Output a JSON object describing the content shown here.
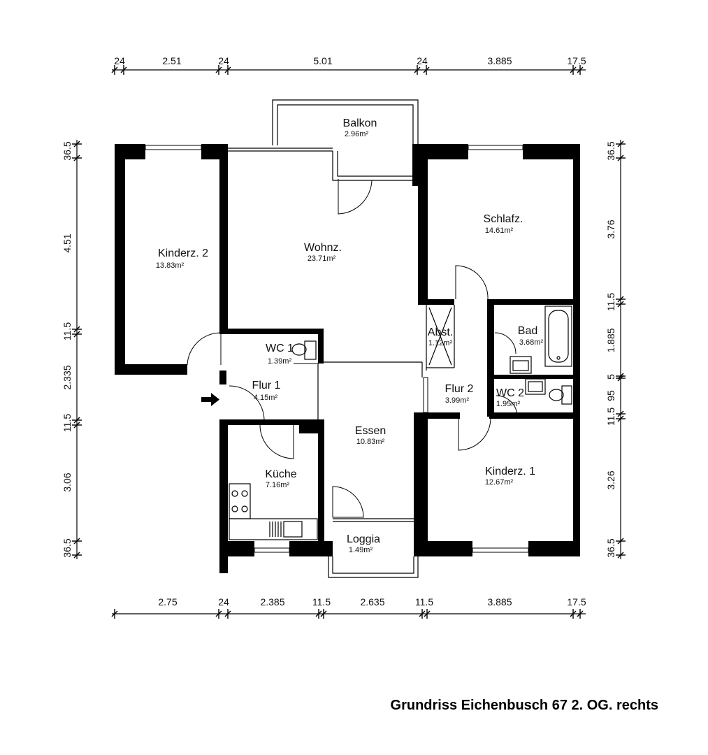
{
  "caption": "Grundriss Eichenbusch 67 2. OG. rechts",
  "rooms": {
    "balkon": {
      "name": "Balkon",
      "area": "2.96m²"
    },
    "kinderz2": {
      "name": "Kinderz. 2",
      "area": "13.83m²"
    },
    "wohnz": {
      "name": "Wohnz.",
      "area": "23.71m²"
    },
    "schlafz": {
      "name": "Schlafz.",
      "area": "14.61m²"
    },
    "wc1": {
      "name": "WC 1",
      "area": "1.39m²"
    },
    "flur1": {
      "name": "Flur 1",
      "area": "4.15m²"
    },
    "abst": {
      "name": "Abst.",
      "area": "1.12m²"
    },
    "bad": {
      "name": "Bad",
      "area": "3.68m²"
    },
    "flur2": {
      "name": "Flur 2",
      "area": "3.99m²"
    },
    "wc2": {
      "name": "WC 2",
      "area": "1.95m²"
    },
    "essen": {
      "name": "Essen",
      "area": "10.83m²"
    },
    "kueche": {
      "name": "Küche",
      "area": "7.16m²"
    },
    "kinderz1": {
      "name": "Kinderz. 1",
      "area": "12.67m²"
    },
    "loggia": {
      "name": "Loggia",
      "area": "1.49m²"
    }
  },
  "dims": {
    "top": [
      "24",
      "2.51",
      "24",
      "5.01",
      "24",
      "3.885",
      "17.5"
    ],
    "bottom": [
      "2.75",
      "24",
      "2.385",
      "11.5",
      "2.635",
      "11.5",
      "3.885",
      "17.5"
    ],
    "left": [
      "36.5",
      "4.51",
      "11.5",
      "2.335",
      "11.5",
      "3.06",
      "36.5"
    ],
    "right": [
      "36.5",
      "3.76",
      "11.5",
      "1.885",
      "5",
      "95",
      "11.5",
      "3.26",
      "36.5"
    ]
  }
}
